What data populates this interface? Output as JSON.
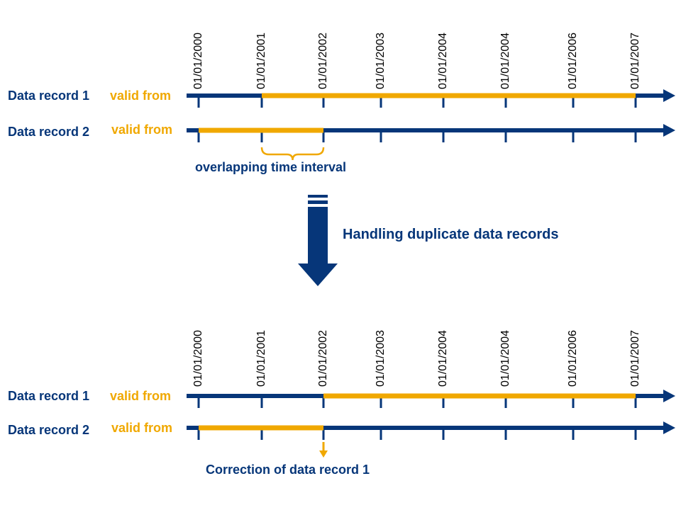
{
  "colors": {
    "blue": "#063679",
    "gold": "#F0A800"
  },
  "tick_labels": [
    "01/01/2000",
    "01/01/2001",
    "01/01/2002",
    "01/01/2003",
    "01/01/2004",
    "01/01/2004",
    "01/01/2006",
    "01/01/2007"
  ],
  "before": {
    "records": [
      {
        "label": "Data record 1",
        "valid_label": "valid from",
        "valid_from_index": 1,
        "valid_to_index": 7
      },
      {
        "label": "Data record 2",
        "valid_label": "valid from",
        "valid_from_index": 0,
        "valid_to_index": 2
      }
    ],
    "annotation": "overlapping time interval",
    "overlap_from_index": 1,
    "overlap_to_index": 2
  },
  "transition": {
    "label": "Handling duplicate data records"
  },
  "after": {
    "records": [
      {
        "label": "Data record 1",
        "valid_label": "valid from",
        "valid_from_index": 2,
        "valid_to_index": 7
      },
      {
        "label": "Data record 2",
        "valid_label": "valid from",
        "valid_from_index": 0,
        "valid_to_index": 2
      }
    ],
    "annotation": "Correction of data record 1",
    "correction_index": 2
  }
}
